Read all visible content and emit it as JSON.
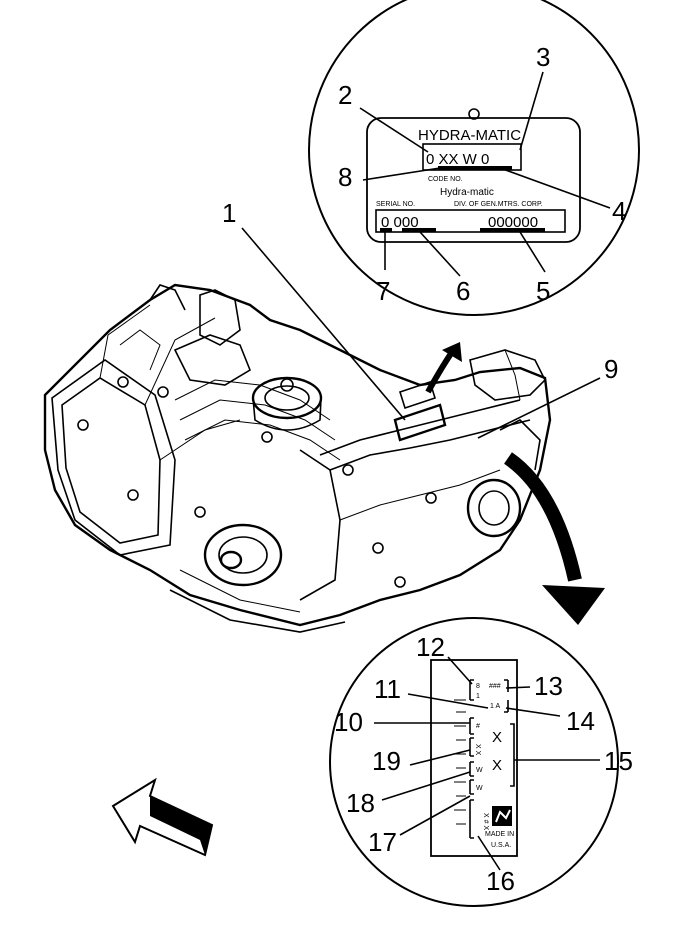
{
  "top_plate": {
    "brand": "HYDRA-MATIC",
    "code_value": "0 XX  W  0",
    "code_label": "CODE NO.",
    "maker": "Hydra-matic",
    "serial_label": "SERIAL NO.",
    "division": "DIV. OF GEN.MTRS. CORP.",
    "serial_prefix": "0  000",
    "serial_number": "000000"
  },
  "side_label": {
    "line1_a": "8",
    "line1_b": "###",
    "line2_a": "1",
    "line2_b": "1 A",
    "hash": "#",
    "xx": "X X",
    "big_x1": "X",
    "big_x2": "X",
    "w1": "W",
    "w2": "W",
    "xhx": "X # X",
    "made_in_1": "MADE IN",
    "made_in_2": "U.S.A."
  },
  "callouts": [
    "1",
    "2",
    "3",
    "4",
    "5",
    "6",
    "7",
    "8",
    "9",
    "10",
    "11",
    "12",
    "13",
    "14",
    "15",
    "16",
    "17",
    "18",
    "19"
  ]
}
